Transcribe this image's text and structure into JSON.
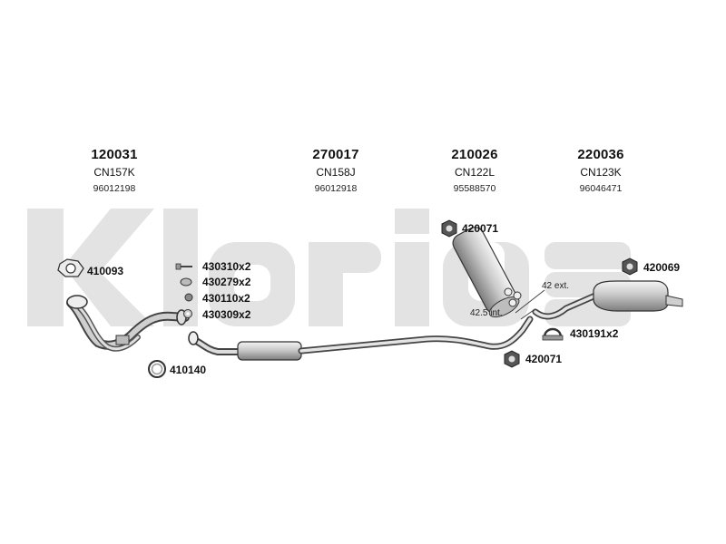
{
  "brand": {
    "watermark": "Klarius"
  },
  "columns": [
    {
      "part_number": "120031",
      "code": "CN157K",
      "oem": "96012198"
    },
    {
      "part_number": "270017",
      "code": "CN158J",
      "oem": "96012918"
    },
    {
      "part_number": "210026",
      "code": "CN122L",
      "oem": "95588570"
    },
    {
      "part_number": "220036",
      "code": "CN123K",
      "oem": "96046471"
    }
  ],
  "fittings": {
    "f410093": "410093",
    "f410140": "410140",
    "f430310": "430310x2",
    "f430279": "430279x2",
    "f430110": "430110x2",
    "f430309": "430309x2",
    "f420071_top": "420071",
    "f420071_bottom": "420071",
    "f420069": "420069",
    "f430191": "430191x2"
  },
  "dimensions": {
    "ext": "42 ext.",
    "int": "42.5 int."
  }
}
